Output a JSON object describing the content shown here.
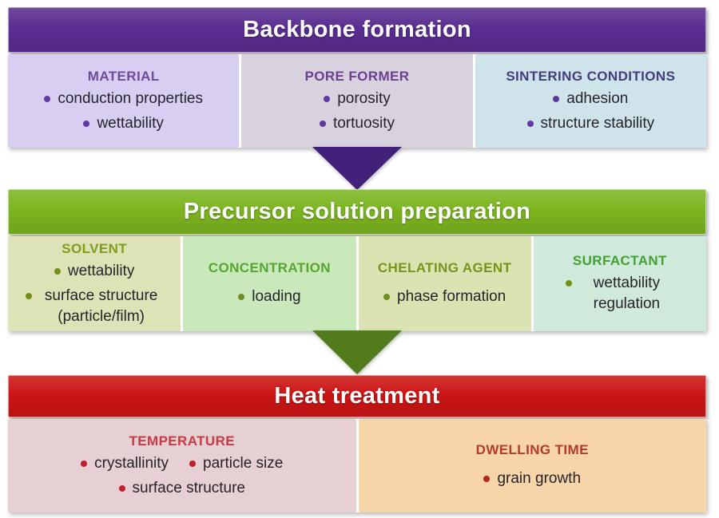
{
  "sections": [
    {
      "header": "Backbone formation",
      "colors": {
        "header_bg": "#5a2d91",
        "header_text": "#ffffff",
        "arrow": "#42217a"
      },
      "boxes": [
        {
          "title": "MATERIAL",
          "colors": {
            "bg": "#d7cef1",
            "title": "#6f4b9d",
            "bullet": "#5d3ca0"
          },
          "items": [
            "conduction properties",
            "wettability"
          ]
        },
        {
          "title": "PORE FORMER",
          "colors": {
            "bg": "#d8d2de",
            "title": "#6c3e94",
            "bullet": "#5d3ca0"
          },
          "items": [
            "porosity",
            "tortuosity"
          ]
        },
        {
          "title": "SINTERING CONDITIONS",
          "colors": {
            "bg": "#cfe4ea",
            "title": "#463c80",
            "bullet": "#5d3ca0"
          },
          "items": [
            "adhesion",
            "structure stability"
          ]
        }
      ]
    },
    {
      "header": "Precursor solution preparation",
      "colors": {
        "header_bg": "#7cb520",
        "header_text": "#ffffff",
        "arrow": "#527c1c"
      },
      "boxes": [
        {
          "title": "SOLVENT",
          "colors": {
            "bg": "#dde3b6",
            "title": "#7e9c1d",
            "bullet": "#71901a"
          },
          "items": [
            "wettability",
            "surface structure (particle/film)"
          ]
        },
        {
          "title": "CONCENTRATION",
          "colors": {
            "bg": "#c9e9bb",
            "title": "#56a52f",
            "bullet": "#6d8f1f"
          },
          "items": [
            "loading"
          ]
        },
        {
          "title": "CHELATING AGENT",
          "colors": {
            "bg": "#dbe3b2",
            "title": "#75951c",
            "bullet": "#6d8f1f"
          },
          "items": [
            "phase formation"
          ]
        },
        {
          "title": "SURFACTANT",
          "colors": {
            "bg": "#cfe9da",
            "title": "#43a033",
            "bullet": "#71901a"
          },
          "items": [
            "wettability regulation"
          ]
        }
      ]
    },
    {
      "header": "Heat treatment",
      "colors": {
        "header_bg": "#cc1515",
        "header_text": "#ffffff"
      },
      "boxes": [
        {
          "title": "TEMPERATURE",
          "colors": {
            "bg": "#e6d0d3",
            "title": "#c53a45",
            "bullet": "#c1202b"
          },
          "items": [
            "crystallinity",
            "particle size",
            "surface structure"
          ]
        },
        {
          "title": "DWELLING TIME",
          "colors": {
            "bg": "#f8d5a9",
            "title": "#b23a2f",
            "bullet": "#b3251f"
          },
          "items": [
            "grain growth"
          ]
        }
      ]
    }
  ]
}
